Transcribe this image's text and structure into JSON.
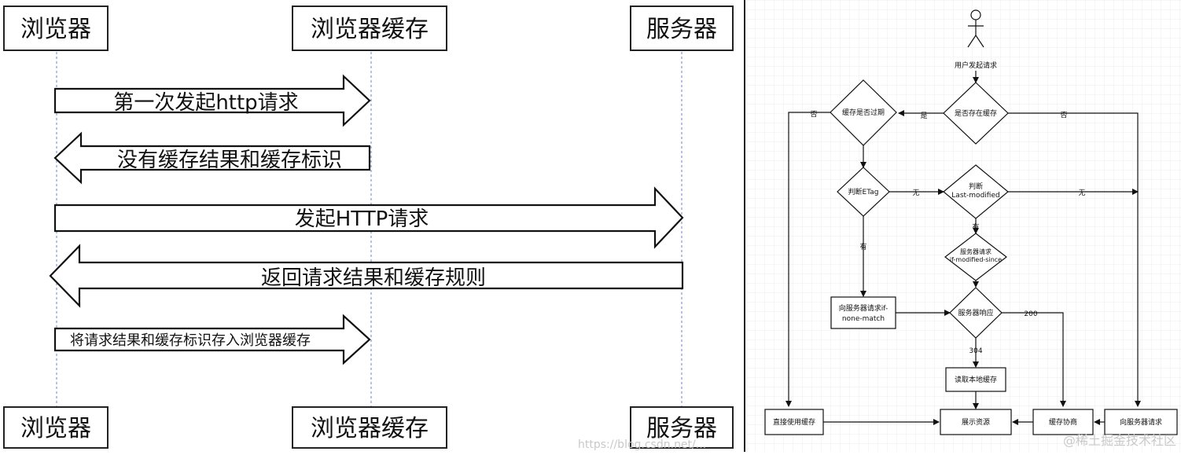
{
  "sequence": {
    "participants": [
      "浏览器",
      "浏览器缓存",
      "服务器"
    ],
    "messages": [
      "第一次发起http请求",
      "没有缓存结果和缓存标识",
      "发起HTTP请求",
      "返回请求结果和缓存规则",
      "将请求结果和缓存标识存入浏览器缓存"
    ],
    "watermark": "https://blog.csdn.net/..."
  },
  "flowchart": {
    "actor": "用户发起请求",
    "nodes": {
      "has_cache": "是否存在缓存",
      "cache_expired": "缓存是否过期",
      "check_etag": "判断ETag",
      "check_lm_1": "判断",
      "check_lm_2": "Last-modified",
      "server_req_1": "服务器请求",
      "server_req_2": "if-modified-since",
      "if_none_match_1": "向服务器请求if-",
      "if_none_match_2": "none-match",
      "server_resp": "服务器响应",
      "read_local": "读取本地缓存",
      "use_cache": "直接使用缓存",
      "show_res": "展示资源",
      "negotiate": "缓存协商",
      "request_server": "向服务器请求"
    },
    "edges": {
      "yes": "是",
      "no": "否",
      "none": "无",
      "have": "有",
      "code_200": "200",
      "code_304": "304"
    },
    "watermark": "@稀土掘金技术社区"
  }
}
